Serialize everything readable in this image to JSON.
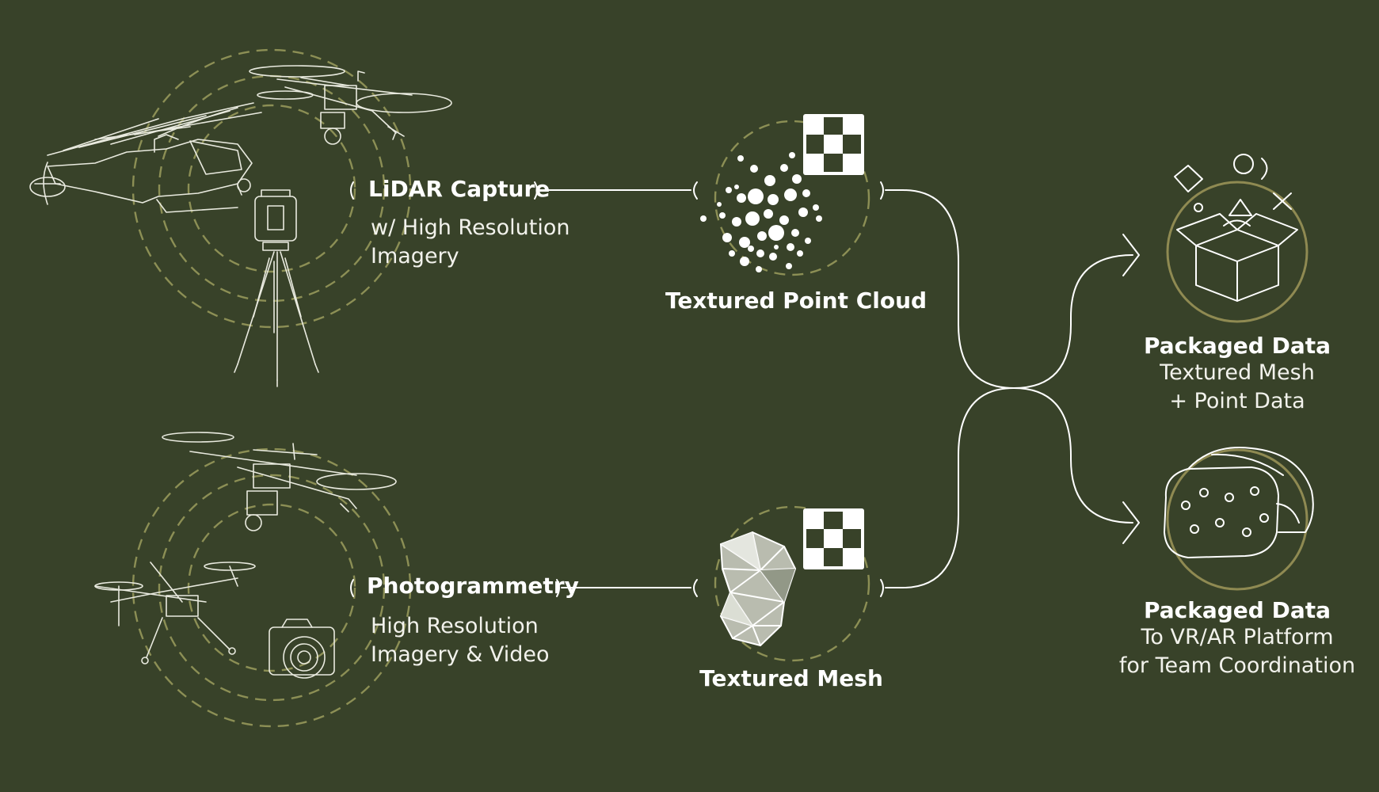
{
  "colors": {
    "background": "#384229",
    "line": "#ffffff",
    "accent_dash": "#8c8f55",
    "accent_ring": "#8f8a52"
  },
  "sources": [
    {
      "title": "LiDAR Capture",
      "lines": [
        "w/ High Resolution",
        "Imagery"
      ],
      "icons": [
        "helicopter-icon",
        "drone-icon",
        "tripod-scanner-icon"
      ]
    },
    {
      "title": "Photogrammetry",
      "lines": [
        "High Resolution",
        "Imagery & Video"
      ],
      "icons": [
        "drone-icon",
        "quadcopter-icon",
        "camera-icon"
      ]
    }
  ],
  "products": [
    {
      "title": "Textured Point Cloud",
      "icons": [
        "point-cloud-icon",
        "checker-texture-icon"
      ]
    },
    {
      "title": "Textured Mesh",
      "icons": [
        "mesh-icon",
        "checker-texture-icon"
      ]
    }
  ],
  "outputs": [
    {
      "title": "Packaged Data",
      "lines": [
        "Textured Mesh",
        "+ Point Data"
      ],
      "icon": "package-box-icon"
    },
    {
      "title": "Packaged Data",
      "lines": [
        "To VR/AR Platform",
        "for Team Coordination"
      ],
      "icon": "vr-headset-icon"
    }
  ]
}
